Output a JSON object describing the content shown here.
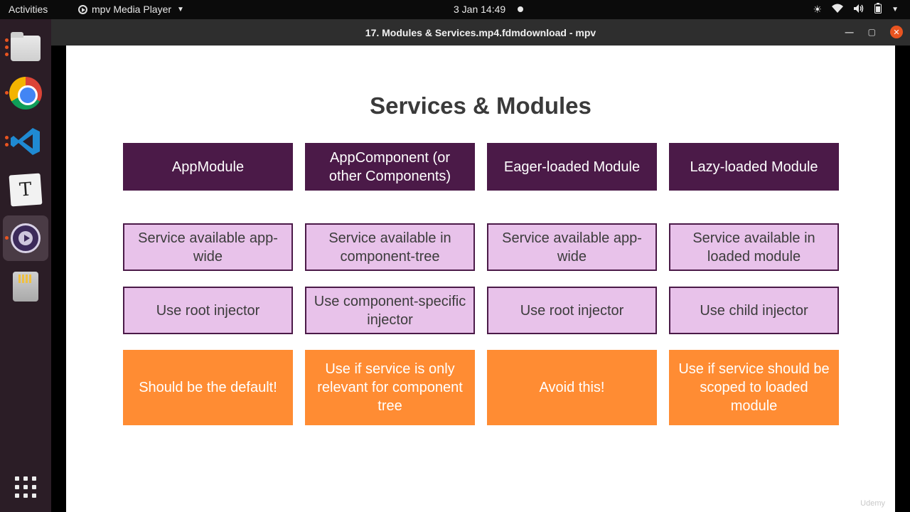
{
  "topbar": {
    "activities": "Activities",
    "app_name": "mpv Media Player",
    "clock": "3 Jan  14:49"
  },
  "dock": {
    "items": [
      "files",
      "chrome",
      "vscode",
      "typora",
      "mpv",
      "sd-card",
      "app-grid"
    ]
  },
  "window": {
    "title": "17. Modules & Services.mp4.fdmdownload - mpv"
  },
  "slide": {
    "title": "Services & Modules",
    "columns": [
      {
        "header": "AppModule",
        "availability": "Service available app-wide",
        "injector": "Use root injector",
        "note": "Should be the default!"
      },
      {
        "header": "AppComponent (or other Components)",
        "availability": "Service available in component-tree",
        "injector": "Use component-specific injector",
        "note": "Use if service is only relevant for component tree"
      },
      {
        "header": "Eager-loaded Module",
        "availability": "Service available app-wide",
        "injector": "Use root injector",
        "note": "Avoid this!"
      },
      {
        "header": "Lazy-loaded Module",
        "availability": "Service available in loaded module",
        "injector": "Use child injector",
        "note": "Use if service should be scoped to loaded module"
      }
    ],
    "watermark": "Udemy"
  },
  "colors": {
    "header_bg": "#4b1a48",
    "cell_bg": "#e8c2ea",
    "note_bg": "#ff8c33",
    "accent": "#e95420"
  }
}
